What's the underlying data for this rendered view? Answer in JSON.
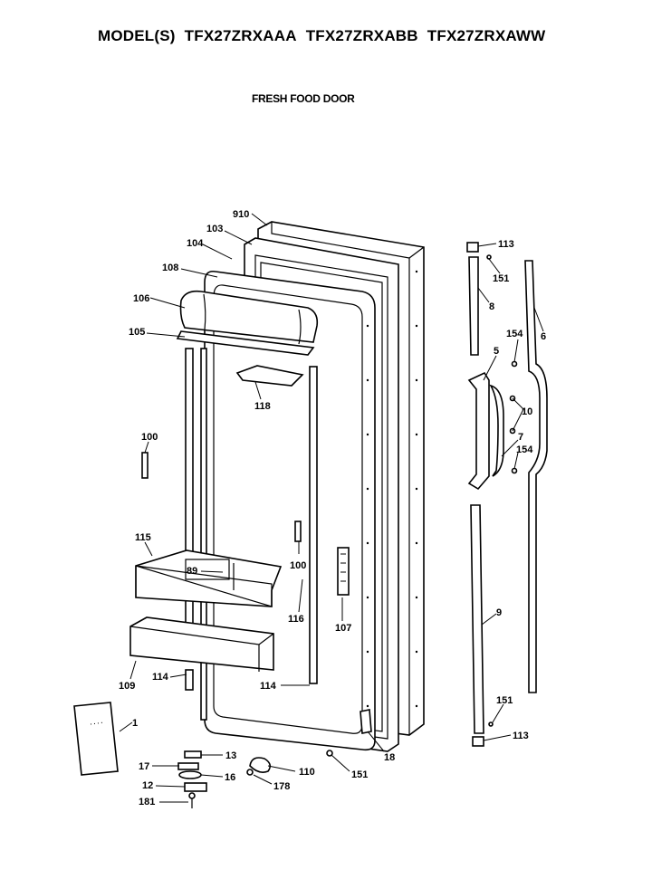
{
  "header": {
    "model_prefix": "MODEL(S)",
    "models": [
      "TFX27ZRXAAA",
      "TFX27ZRXABB",
      "TFX27ZRXAWW"
    ],
    "section_title": "FRESH FOOD DOOR"
  },
  "callouts": [
    {
      "id": "910",
      "label": "910"
    },
    {
      "id": "103",
      "label": "103"
    },
    {
      "id": "104",
      "label": "104"
    },
    {
      "id": "108",
      "label": "108"
    },
    {
      "id": "106",
      "label": "106"
    },
    {
      "id": "105",
      "label": "105"
    },
    {
      "id": "118",
      "label": "118"
    },
    {
      "id": "100a",
      "label": "100"
    },
    {
      "id": "115",
      "label": "115"
    },
    {
      "id": "89",
      "label": "89"
    },
    {
      "id": "100b",
      "label": "100"
    },
    {
      "id": "116",
      "label": "116"
    },
    {
      "id": "107",
      "label": "107"
    },
    {
      "id": "109",
      "label": "109"
    },
    {
      "id": "114a",
      "label": "114"
    },
    {
      "id": "114b",
      "label": "114"
    },
    {
      "id": "1",
      "label": "1"
    },
    {
      "id": "13",
      "label": "13"
    },
    {
      "id": "17",
      "label": "17"
    },
    {
      "id": "16",
      "label": "16"
    },
    {
      "id": "12",
      "label": "12"
    },
    {
      "id": "181",
      "label": "181"
    },
    {
      "id": "110",
      "label": "110"
    },
    {
      "id": "178",
      "label": "178"
    },
    {
      "id": "151c",
      "label": "151"
    },
    {
      "id": "18",
      "label": "18"
    },
    {
      "id": "113a",
      "label": "113"
    },
    {
      "id": "151a",
      "label": "151"
    },
    {
      "id": "8",
      "label": "8"
    },
    {
      "id": "6",
      "label": "6"
    },
    {
      "id": "154a",
      "label": "154"
    },
    {
      "id": "5",
      "label": "5"
    },
    {
      "id": "10",
      "label": "10"
    },
    {
      "id": "7",
      "label": "7"
    },
    {
      "id": "154b",
      "label": "154"
    },
    {
      "id": "9",
      "label": "9"
    },
    {
      "id": "151b",
      "label": "151"
    },
    {
      "id": "113b",
      "label": "113"
    }
  ]
}
